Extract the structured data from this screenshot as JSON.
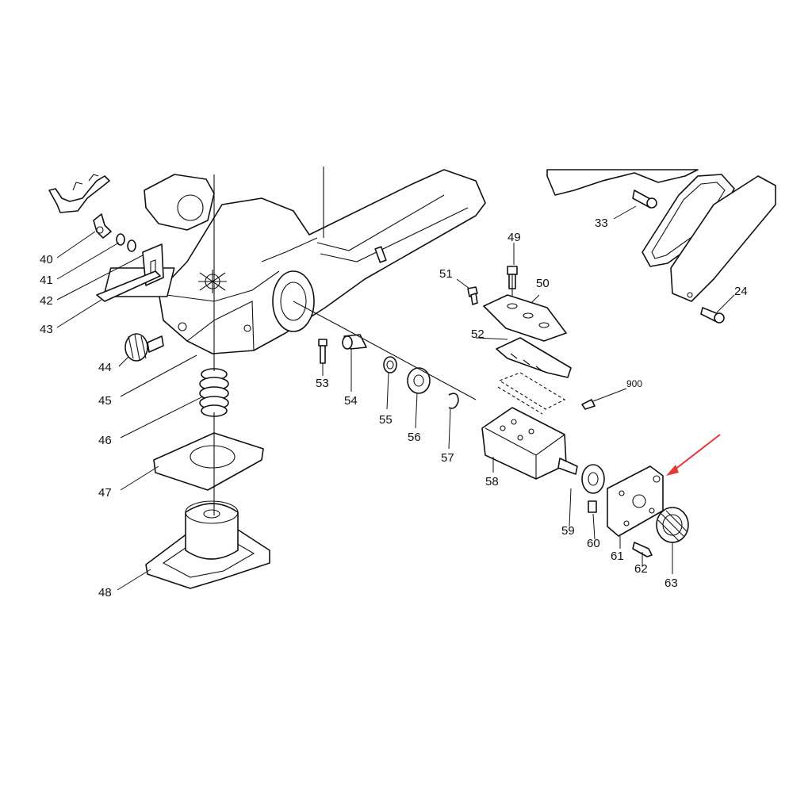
{
  "diagram": {
    "labels": [
      "40",
      "41",
      "42",
      "43",
      "44",
      "45",
      "46",
      "47",
      "48",
      "49",
      "50",
      "51",
      "52",
      "53",
      "54",
      "55",
      "56",
      "57",
      "58",
      "59",
      "60",
      "61",
      "62",
      "63",
      "33",
      "24",
      "900"
    ],
    "highlight_color": "#e53935",
    "line_color": "#111111"
  }
}
